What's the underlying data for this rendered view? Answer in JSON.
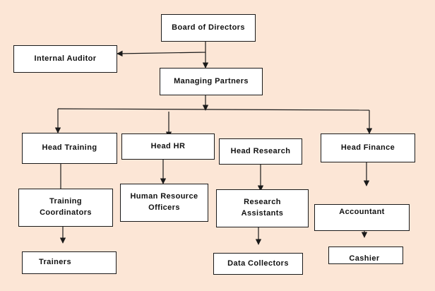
{
  "colors": {
    "background": "#fce6d6",
    "box": "#ffffff",
    "line": "#1a1a1a"
  },
  "nodes": {
    "board": "Board of Directors",
    "auditor": "Internal Auditor",
    "partners": "Managing Partners",
    "training": "Head Training",
    "hr": "Head HR",
    "research": "Head Research",
    "finance": "Head Finance",
    "coordinators_1": "Training",
    "coordinators_2": "Coordinators",
    "hro_1": "Human Resource",
    "hro_2": "Officers",
    "assistants_1": "Research",
    "assistants_2": "Assistants",
    "accountant": "Accountant",
    "trainers": "Trainers",
    "collectors": "Data Collectors",
    "cashier": "Cashier"
  }
}
